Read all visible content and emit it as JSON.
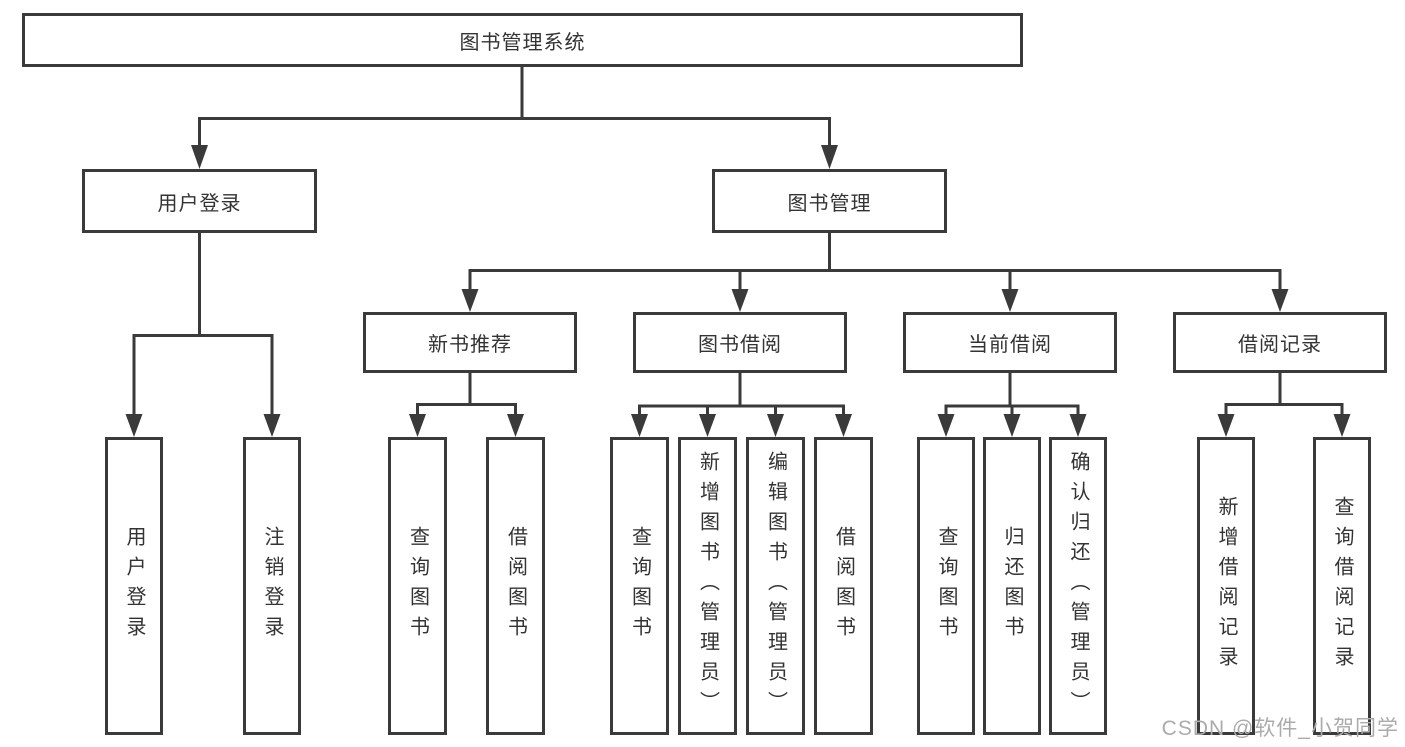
{
  "diagram": {
    "type": "tree",
    "root": {
      "label": "图书管理系统",
      "children": [
        {
          "label": "用户登录",
          "children": [
            {
              "label": "用户登录"
            },
            {
              "label": "注销登录"
            }
          ]
        },
        {
          "label": "图书管理",
          "children": [
            {
              "label": "新书推荐",
              "children": [
                {
                  "label": "查询图书"
                },
                {
                  "label": "借阅图书"
                }
              ]
            },
            {
              "label": "图书借阅",
              "children": [
                {
                  "label": "查询图书"
                },
                {
                  "label": "新增图书（管理员）"
                },
                {
                  "label": "编辑图书（管理员）"
                },
                {
                  "label": "借阅图书"
                }
              ]
            },
            {
              "label": "当前借阅",
              "children": [
                {
                  "label": "查询图书"
                },
                {
                  "label": "归还图书"
                },
                {
                  "label": "确认归还（管理员）"
                }
              ]
            },
            {
              "label": "借阅记录",
              "children": [
                {
                  "label": "新增借阅记录"
                },
                {
                  "label": "查询借阅记录"
                }
              ]
            }
          ]
        }
      ]
    }
  },
  "watermark": {
    "text": "CSDN @软件_小贺同学"
  },
  "colors": {
    "box_border": "#3a3a3a",
    "connector_line": "#3a3a3a",
    "text": "#333333",
    "watermark": "#ababab",
    "background": "#ffffff"
  }
}
